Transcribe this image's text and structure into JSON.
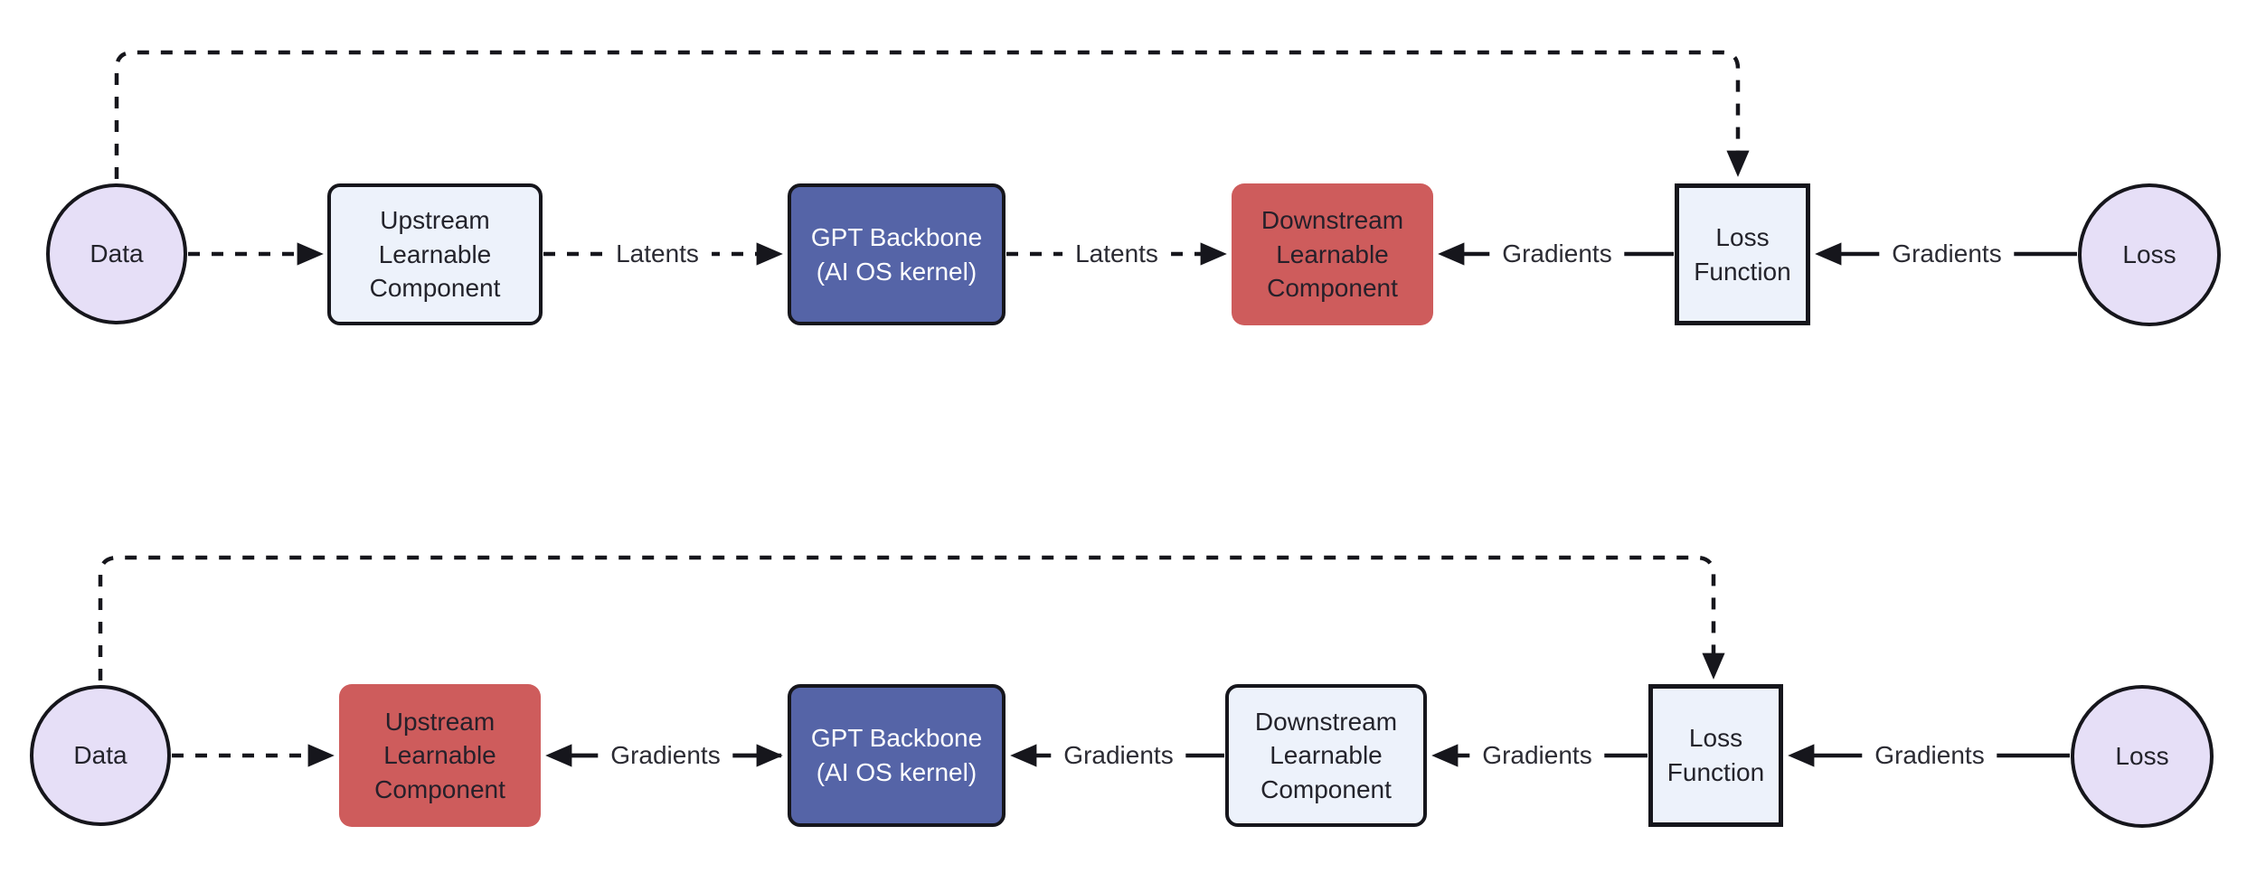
{
  "diagram": {
    "description": "Two-stage training flow diagram with GPT backbone, learnable components, loss function and gradient/latent arrows",
    "palette": {
      "background": "#ffffff",
      "node_lavender": "#e6dff7",
      "node_light": "#edf2fb",
      "node_blue": "#5564a7",
      "node_red": "#ce5c5c",
      "edge_stroke": "#16161c",
      "text_dark": "#23232b",
      "text_light": "#ffffff"
    },
    "rows": [
      {
        "name": "top-flow",
        "nodes": [
          {
            "id": "data",
            "shape": "circle",
            "color": "lavender",
            "label": "Data"
          },
          {
            "id": "upstream",
            "shape": "rounded-rect",
            "color": "light",
            "label": "Upstream\nLearnable\nComponent"
          },
          {
            "id": "gpt-backbone",
            "shape": "rounded-rect",
            "color": "blue",
            "label": "GPT Backbone\n(AI OS kernel)"
          },
          {
            "id": "downstream",
            "shape": "rounded-rect",
            "color": "red",
            "label": "Downstream\nLearnable\nComponent"
          },
          {
            "id": "loss-function",
            "shape": "rect",
            "color": "light",
            "label": "Loss\nFunction"
          },
          {
            "id": "loss",
            "shape": "circle",
            "color": "lavender",
            "label": "Loss"
          }
        ],
        "edges": [
          {
            "from": "data",
            "to": "loss-function",
            "style": "dashed",
            "label": ""
          },
          {
            "from": "data",
            "to": "upstream",
            "style": "dashed",
            "label": ""
          },
          {
            "from": "upstream",
            "to": "gpt-backbone",
            "style": "dashed",
            "label": "Latents"
          },
          {
            "from": "gpt-backbone",
            "to": "downstream",
            "style": "dashed",
            "label": "Latents"
          },
          {
            "from": "loss-function",
            "to": "downstream",
            "style": "solid",
            "label": "Gradients"
          },
          {
            "from": "loss",
            "to": "loss-function",
            "style": "solid",
            "label": "Gradients"
          }
        ]
      },
      {
        "name": "bottom-flow",
        "nodes": [
          {
            "id": "data",
            "shape": "circle",
            "color": "lavender",
            "label": "Data"
          },
          {
            "id": "upstream",
            "shape": "rounded-rect",
            "color": "red",
            "label": "Upstream\nLearnable\nComponent"
          },
          {
            "id": "gpt-backbone",
            "shape": "rounded-rect",
            "color": "blue",
            "label": "GPT Backbone\n(AI OS kernel)"
          },
          {
            "id": "downstream",
            "shape": "rounded-rect",
            "color": "light",
            "label": "Downstream\nLearnable\nComponent"
          },
          {
            "id": "loss-function",
            "shape": "rect",
            "color": "light",
            "label": "Loss\nFunction"
          },
          {
            "id": "loss",
            "shape": "circle",
            "color": "lavender",
            "label": "Loss"
          }
        ],
        "edges": [
          {
            "from": "data",
            "to": "loss-function",
            "style": "dashed",
            "label": ""
          },
          {
            "from": "data",
            "to": "upstream",
            "style": "dashed",
            "label": ""
          },
          {
            "from": "upstream",
            "to": "gpt-backbone",
            "style": "solid",
            "bidirectional": true,
            "label": "Gradients"
          },
          {
            "from": "downstream",
            "to": "gpt-backbone",
            "style": "solid",
            "label": "Gradients"
          },
          {
            "from": "loss-function",
            "to": "downstream",
            "style": "solid",
            "label": "Gradients"
          },
          {
            "from": "loss",
            "to": "loss-function",
            "style": "solid",
            "label": "Gradients"
          }
        ]
      }
    ]
  }
}
